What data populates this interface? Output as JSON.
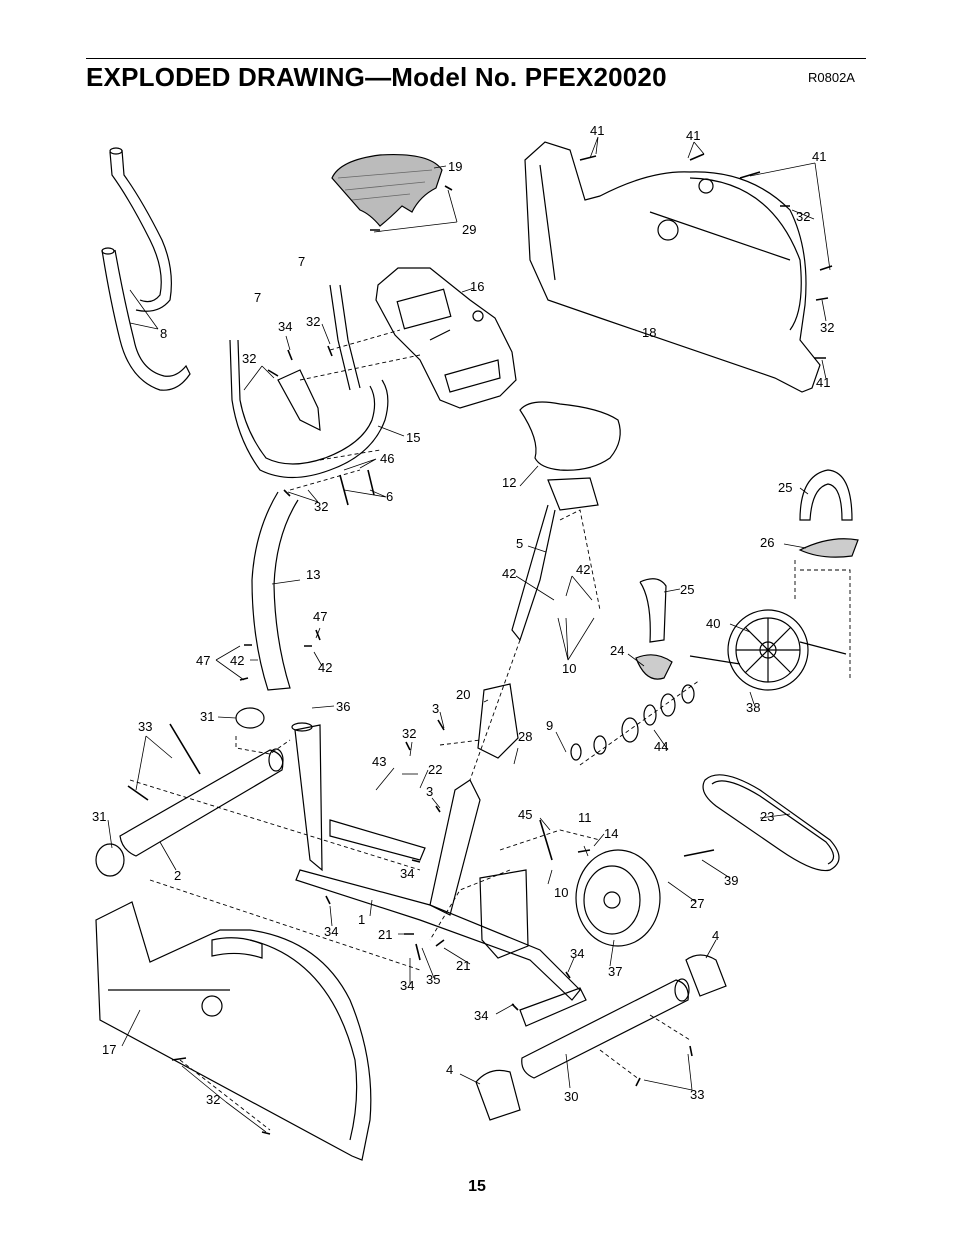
{
  "header": {
    "title": "EXPLODED DRAWING—Model No. PFEX20020",
    "drawing_code": "R0802A"
  },
  "footer": {
    "page_number": "15"
  },
  "callouts": [
    {
      "id": "c41a",
      "text": "41"
    },
    {
      "id": "c41b",
      "text": "41"
    },
    {
      "id": "c41c",
      "text": "41"
    },
    {
      "id": "c41d",
      "text": "41"
    },
    {
      "id": "c19",
      "text": "19"
    },
    {
      "id": "c29",
      "text": "29"
    },
    {
      "id": "c32a",
      "text": "32"
    },
    {
      "id": "c32b",
      "text": "32"
    },
    {
      "id": "c7a",
      "text": "7"
    },
    {
      "id": "c16",
      "text": "16"
    },
    {
      "id": "c7b",
      "text": "7"
    },
    {
      "id": "c8",
      "text": "8"
    },
    {
      "id": "c34a",
      "text": "34"
    },
    {
      "id": "c32c",
      "text": "32"
    },
    {
      "id": "c18",
      "text": "18"
    },
    {
      "id": "c32d",
      "text": "32"
    },
    {
      "id": "c15",
      "text": "15"
    },
    {
      "id": "c46",
      "text": "46"
    },
    {
      "id": "c6",
      "text": "6"
    },
    {
      "id": "c32e",
      "text": "32"
    },
    {
      "id": "c12",
      "text": "12"
    },
    {
      "id": "c25a",
      "text": "25"
    },
    {
      "id": "c26",
      "text": "26"
    },
    {
      "id": "c5",
      "text": "5"
    },
    {
      "id": "c13",
      "text": "13"
    },
    {
      "id": "c42a",
      "text": "42"
    },
    {
      "id": "c42b",
      "text": "42"
    },
    {
      "id": "c25b",
      "text": "25"
    },
    {
      "id": "c47a",
      "text": "47"
    },
    {
      "id": "c40",
      "text": "40"
    },
    {
      "id": "c47b",
      "text": "47"
    },
    {
      "id": "c42c",
      "text": "42"
    },
    {
      "id": "c42d",
      "text": "42"
    },
    {
      "id": "c10a",
      "text": "10"
    },
    {
      "id": "c24",
      "text": "24"
    },
    {
      "id": "c20",
      "text": "20"
    },
    {
      "id": "c38",
      "text": "38"
    },
    {
      "id": "c31a",
      "text": "31"
    },
    {
      "id": "c36",
      "text": "36"
    },
    {
      "id": "c3a",
      "text": "3"
    },
    {
      "id": "c9",
      "text": "9"
    },
    {
      "id": "c33a",
      "text": "33"
    },
    {
      "id": "c32f",
      "text": "32"
    },
    {
      "id": "c28",
      "text": "28"
    },
    {
      "id": "c44",
      "text": "44"
    },
    {
      "id": "c43",
      "text": "43"
    },
    {
      "id": "c22",
      "text": "22"
    },
    {
      "id": "c3b",
      "text": "3"
    },
    {
      "id": "c31b",
      "text": "31"
    },
    {
      "id": "c45",
      "text": "45"
    },
    {
      "id": "c11",
      "text": "11"
    },
    {
      "id": "c23",
      "text": "23"
    },
    {
      "id": "c14",
      "text": "14"
    },
    {
      "id": "c2",
      "text": "2"
    },
    {
      "id": "c34b",
      "text": "34"
    },
    {
      "id": "c39",
      "text": "39"
    },
    {
      "id": "c10b",
      "text": "10"
    },
    {
      "id": "c27",
      "text": "27"
    },
    {
      "id": "c1",
      "text": "1"
    },
    {
      "id": "c34c",
      "text": "34"
    },
    {
      "id": "c21a",
      "text": "21"
    },
    {
      "id": "c4a",
      "text": "4"
    },
    {
      "id": "c34d",
      "text": "34"
    },
    {
      "id": "c35",
      "text": "35"
    },
    {
      "id": "c21b",
      "text": "21"
    },
    {
      "id": "c37",
      "text": "37"
    },
    {
      "id": "c34e",
      "text": "34"
    },
    {
      "id": "c17",
      "text": "17"
    },
    {
      "id": "c4b",
      "text": "4"
    },
    {
      "id": "c30",
      "text": "30"
    },
    {
      "id": "c33b",
      "text": "33"
    },
    {
      "id": "c32g",
      "text": "32"
    }
  ]
}
